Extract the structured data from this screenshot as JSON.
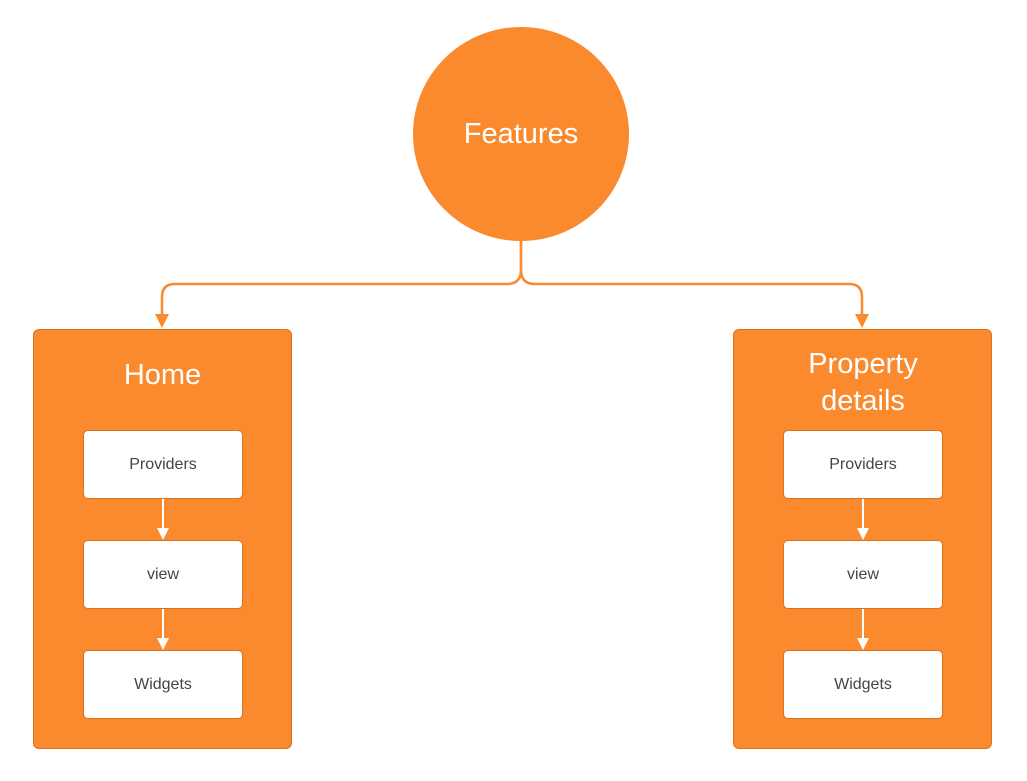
{
  "diagram": {
    "root": {
      "label": "Features"
    },
    "colors": {
      "accent": "#fb8a2e",
      "box_fill": "#ffffff",
      "box_text": "#444444",
      "connector": "#fb8a2e",
      "inner_arrow": "#ffffff"
    },
    "features": [
      {
        "title": "Home",
        "layers": [
          "Providers",
          "view",
          "Widgets"
        ]
      },
      {
        "title": "Property details",
        "layers": [
          "Providers",
          "view",
          "Widgets"
        ]
      }
    ]
  }
}
